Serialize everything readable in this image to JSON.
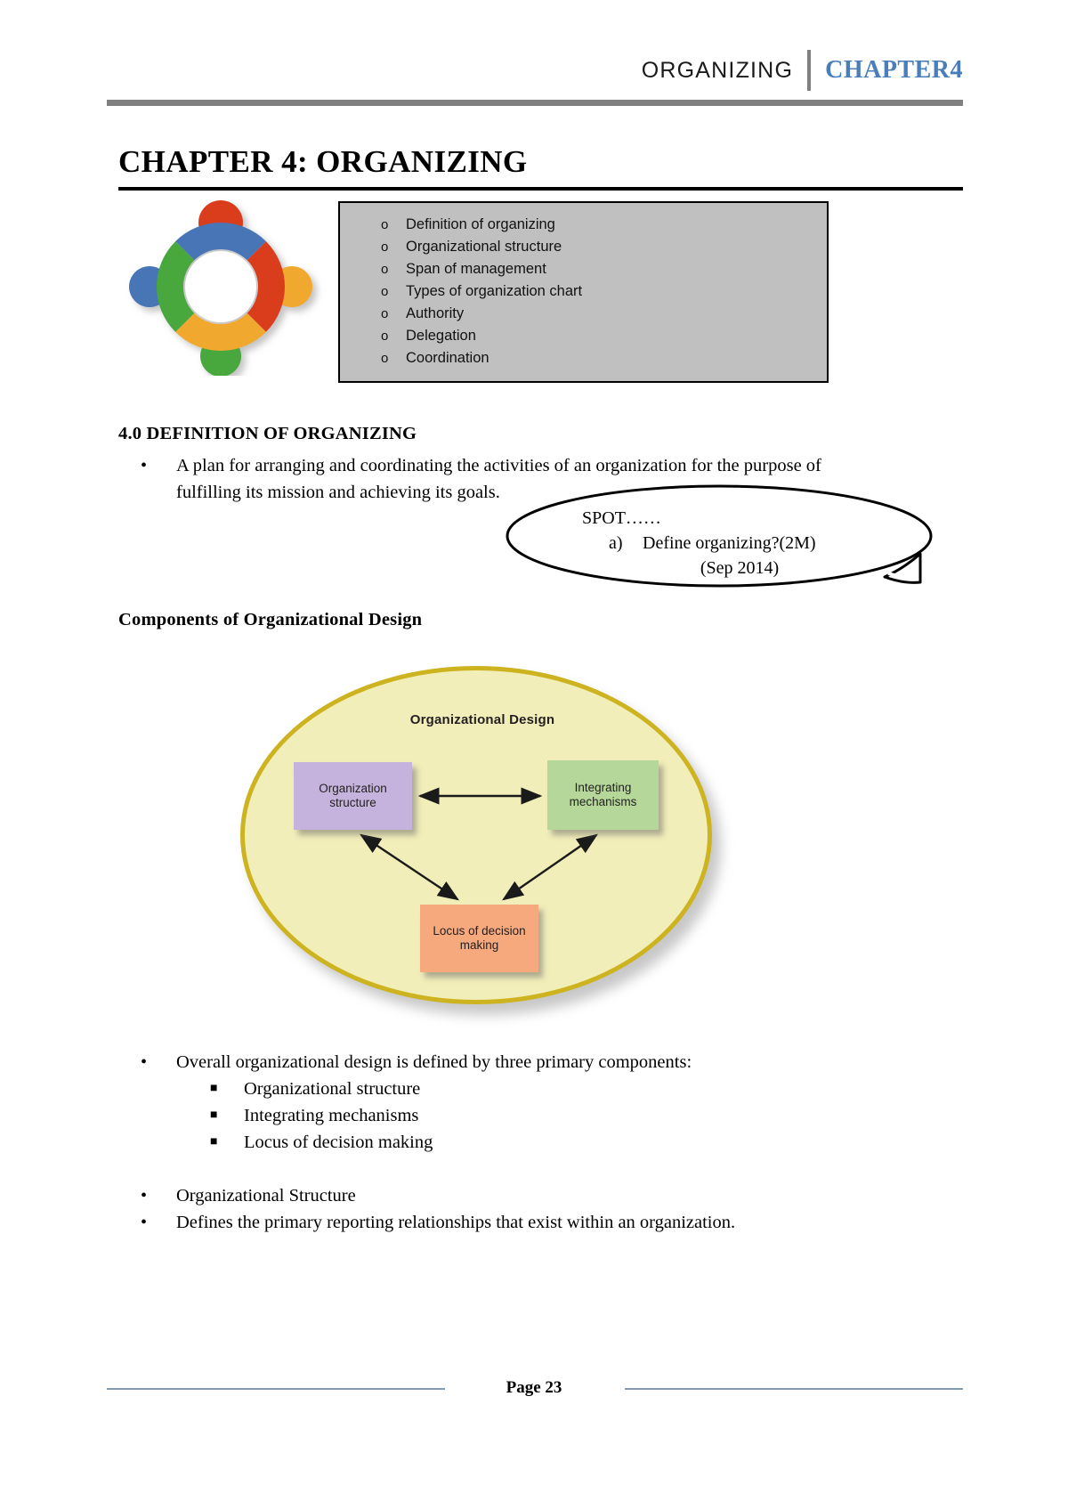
{
  "header": {
    "left_label": "ORGANIZING",
    "right_label": "CHAPTER4",
    "accent_color": "#4a7ebb",
    "rule_color": "#808080"
  },
  "title": "CHAPTER 4: ORGANIZING",
  "logo": {
    "name": "teamwork-circle-logo",
    "colors": {
      "top": "#d93d1a",
      "left": "#4775b5",
      "right": "#f0a92e",
      "bottom": "#4aa83d"
    }
  },
  "toc": {
    "marker": "o",
    "items": [
      "Definition of organizing",
      "Organizational structure",
      "Span of management",
      "Types of organization chart",
      "Authority",
      "Delegation",
      "Coordination"
    ],
    "background": "#c0c0c0"
  },
  "definition_section": {
    "heading": "4.0 DEFINITION OF ORGANIZING",
    "bullet": "A plan for arranging and coordinating the activities of an organization for the purpose of fulfilling its mission and achieving its goals."
  },
  "spot_bubble": {
    "line1": "SPOT……",
    "item_marker": "a)",
    "item_text": "Define organizing?(2M)",
    "date": "(Sep 2014)"
  },
  "components_heading": "Components of Organizational Design",
  "chart_data": {
    "type": "diagram",
    "title": "Organizational Design",
    "container_shape": "ellipse",
    "container_fill": "#f2eeba",
    "container_border": "#cdb320",
    "nodes": [
      {
        "id": "structure",
        "label_line1": "Organization",
        "label_line2": "structure",
        "color": "#c5b3dd"
      },
      {
        "id": "integrating",
        "label_line1": "Integrating",
        "label_line2": "mechanisms",
        "color": "#b5d79a"
      },
      {
        "id": "locus",
        "label_line1": "Locus of decision",
        "label_line2": "making",
        "color": "#f7a97e"
      }
    ],
    "edges": [
      {
        "from": "structure",
        "to": "integrating",
        "style": "double-arrow"
      },
      {
        "from": "structure",
        "to": "locus",
        "style": "double-arrow"
      },
      {
        "from": "integrating",
        "to": "locus",
        "style": "double-arrow"
      }
    ]
  },
  "components_list": {
    "lead": "Overall organizational design is defined by three primary components:",
    "items": [
      "Organizational structure",
      "Integrating mechanisms",
      "Locus of decision making"
    ]
  },
  "closing_bullets": [
    "Organizational Structure",
    "Defines the primary reporting relationships that exist within an organization."
  ],
  "footer": {
    "page_label": "Page 23"
  }
}
